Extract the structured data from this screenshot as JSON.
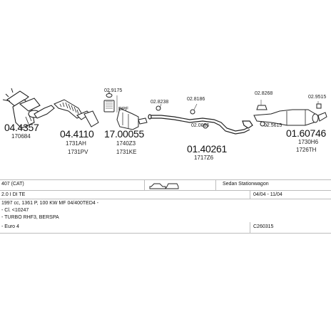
{
  "parts": {
    "p1": {
      "number": "04.4357",
      "ref": "170684"
    },
    "p2": {
      "number": "04.4110",
      "ref1": "1731AH",
      "ref2": "1731PV"
    },
    "p3": {
      "number": "17.00055",
      "ref1": "1740Z3",
      "ref2": "1731KE"
    },
    "p4": {
      "number": "01.40261",
      "ref": "1717Z6"
    },
    "p5": {
      "number": "01.60746",
      "ref1": "1730H6",
      "ref2": "1726TH"
    }
  },
  "small_parts": {
    "a": "02.9175",
    "b": "DPF",
    "c": "02.8238",
    "d": "02.8186",
    "e": "02.0066",
    "f": "02.8268",
    "g": "02.9515",
    "h": "02.5615"
  },
  "vehicle": {
    "model": "407 (CAT)",
    "body": "Sedan Stationwagon",
    "engine": "2.0 I DI TE",
    "period": "04/04 - 11/04",
    "spec": "1997 cc, 1361 P, 100 KW MF 04/400TED4 -",
    "cl": "- Cl. <10247",
    "turbo": "- TURBO RHF3, BERSPA",
    "euro": "- Euro 4",
    "code": "C260315"
  },
  "icons": [
    "catalyst-icon",
    "flex-pipe-icon",
    "dpf-icon",
    "middle-pipe-icon",
    "rear-silencer-icon",
    "gasket-icon",
    "clamp-icon",
    "rubber-hanger-icon",
    "car-sedan-icon",
    "car-wagon-icon"
  ]
}
